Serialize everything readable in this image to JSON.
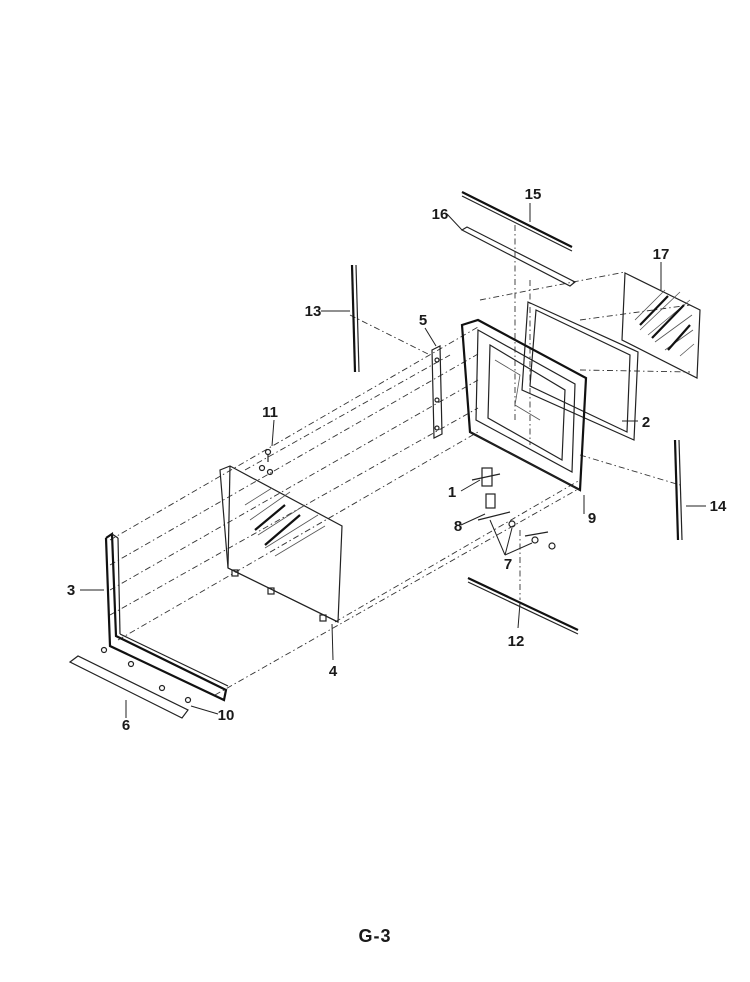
{
  "diagram": {
    "callouts": [
      "1",
      "2",
      "3",
      "4",
      "5",
      "6",
      "7",
      "8",
      "9",
      "10",
      "11",
      "12",
      "13",
      "14",
      "15",
      "16",
      "17"
    ]
  },
  "footer": {
    "page_code": "G-3"
  }
}
